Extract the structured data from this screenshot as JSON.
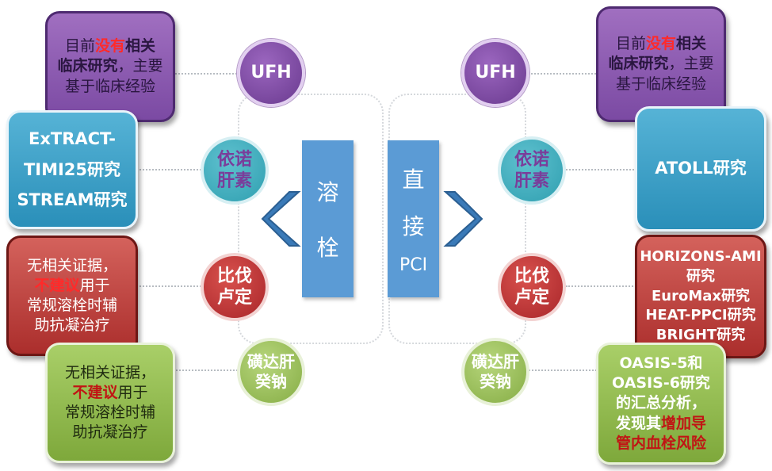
{
  "left": {
    "vertical_label": [
      "溶",
      "栓"
    ],
    "rows": [
      {
        "drug": "UFH",
        "note": [
          [
            {
              "t": "目前",
              "s": ""
            },
            {
              "t": "没有",
              "s": "hl-red"
            },
            {
              "t": "相关",
              "s": "strong"
            }
          ],
          [
            {
              "t": "临床研究",
              "s": "strong"
            },
            {
              "t": "，主要",
              "s": ""
            }
          ],
          [
            {
              "t": "基于临床经验",
              "s": ""
            }
          ]
        ]
      },
      {
        "drug": [
          "依诺",
          "肝素"
        ],
        "note": [
          [
            {
              "t": "ExTRACT-",
              "s": ""
            }
          ],
          [
            {
              "t": "TIMI25研究",
              "s": ""
            }
          ],
          [
            {
              "t": "STREAM研究",
              "s": ""
            }
          ]
        ]
      },
      {
        "drug": [
          "比伐",
          "卢定"
        ],
        "note": [
          [
            {
              "t": "无相关证据，",
              "s": ""
            }
          ],
          [
            {
              "t": "不建议",
              "s": "hl-red"
            },
            {
              "t": "用于",
              "s": ""
            }
          ],
          [
            {
              "t": "常规溶栓时辅",
              "s": ""
            }
          ],
          [
            {
              "t": "助抗凝治疗",
              "s": ""
            }
          ]
        ]
      },
      {
        "drug": [
          "磺达肝",
          "癸钠"
        ],
        "note": [
          [
            {
              "t": "无相关证据，",
              "s": ""
            }
          ],
          [
            {
              "t": "不建议",
              "s": "hl-dark"
            },
            {
              "t": "用于",
              "s": ""
            }
          ],
          [
            {
              "t": "常规溶栓时辅",
              "s": ""
            }
          ],
          [
            {
              "t": "助抗凝治疗",
              "s": ""
            }
          ]
        ]
      }
    ]
  },
  "right": {
    "vertical_label": [
      "直",
      "接",
      "PCI"
    ],
    "rows": [
      {
        "drug": "UFH",
        "note": [
          [
            {
              "t": "目前",
              "s": ""
            },
            {
              "t": "没有",
              "s": "hl-red"
            },
            {
              "t": "相关",
              "s": "strong"
            }
          ],
          [
            {
              "t": "临床研究",
              "s": "strong"
            },
            {
              "t": "，主要",
              "s": ""
            }
          ],
          [
            {
              "t": "基于临床经验",
              "s": ""
            }
          ]
        ]
      },
      {
        "drug": [
          "依诺",
          "肝素"
        ],
        "note": [
          [
            {
              "t": "ATOLL研究",
              "s": ""
            }
          ]
        ]
      },
      {
        "drug": [
          "比伐",
          "卢定"
        ],
        "note": [
          [
            {
              "t": "HORIZONS-AMI",
              "s": ""
            }
          ],
          [
            {
              "t": "研究",
              "s": ""
            }
          ],
          [
            {
              "t": "EuroMax研究",
              "s": ""
            }
          ],
          [
            {
              "t": "HEAT-PPCI研究",
              "s": ""
            }
          ],
          [
            {
              "t": "BRIGHT研究",
              "s": ""
            }
          ]
        ]
      },
      {
        "drug": [
          "磺达肝",
          "癸钠"
        ],
        "note": [
          [
            {
              "t": "OASIS-5和",
              "s": ""
            }
          ],
          [
            {
              "t": "OASIS-6研究",
              "s": ""
            }
          ],
          [
            {
              "t": "的汇总分析，",
              "s": ""
            }
          ],
          [
            {
              "t": "发现其",
              "s": ""
            },
            {
              "t": "增加导",
              "s": "hl-dark"
            }
          ],
          [
            {
              "t": "管内血栓风险",
              "s": "hl-dark"
            }
          ]
        ]
      }
    ]
  },
  "colors": {
    "ufh": "#7b4aa3",
    "enoxaparin": "#2f9fb0",
    "bivalirudin": "#a9262a",
    "fondaparinux": "#86ad45",
    "center_bar": "#5b9bd5",
    "highlight_red": "#ff2a2a"
  }
}
